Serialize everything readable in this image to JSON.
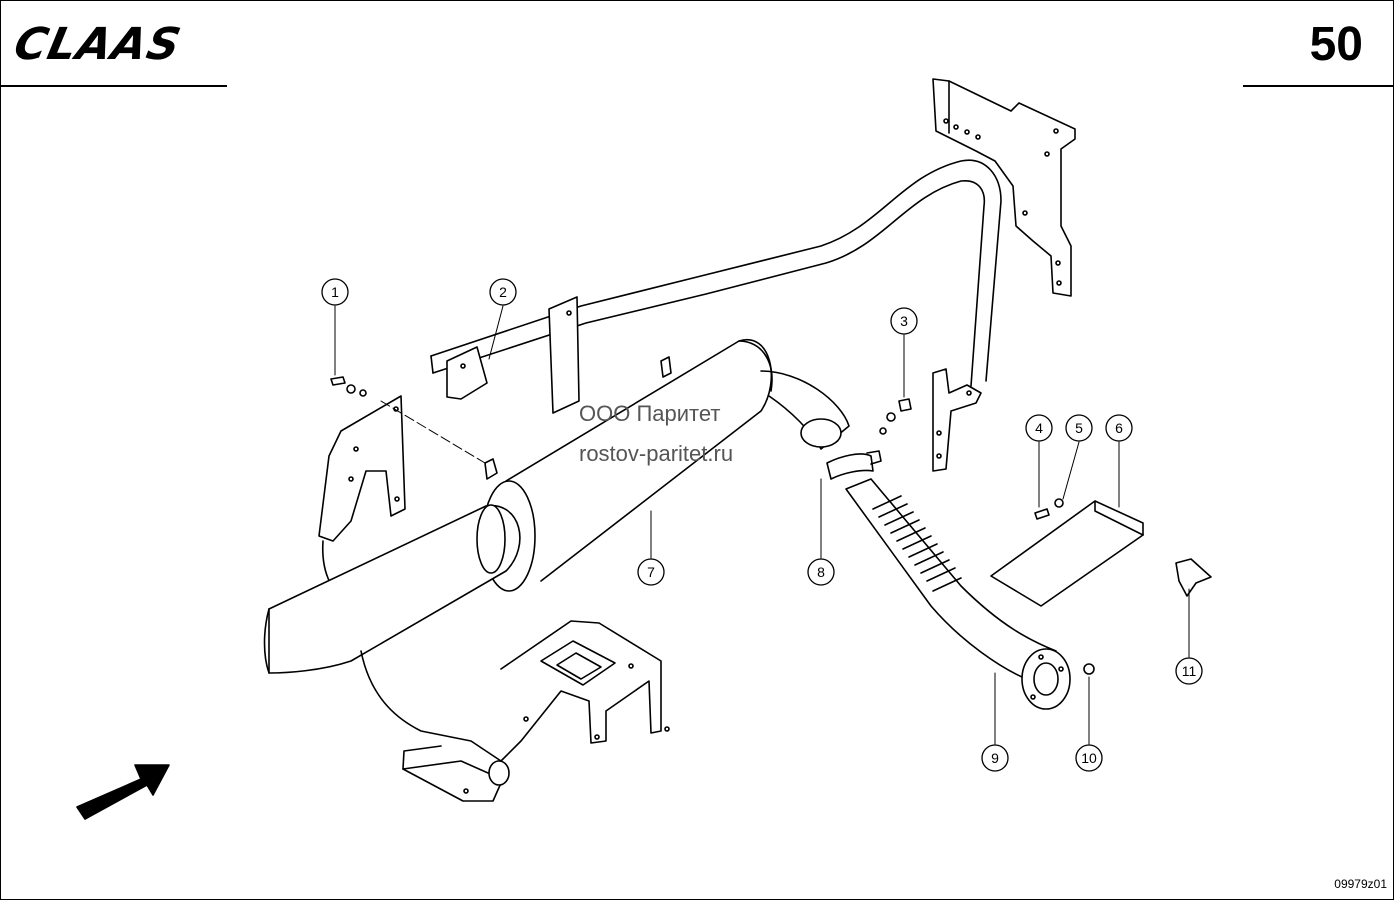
{
  "header": {
    "brand": "CLAAS",
    "page_number": "50"
  },
  "watermark": {
    "line1": "ООО Паритет",
    "line2": "rostov-paritet.ru"
  },
  "callouts": [
    "1",
    "2",
    "3",
    "4",
    "5",
    "6",
    "7",
    "8",
    "9",
    "10",
    "11"
  ],
  "drawing_id": "09979z01",
  "icons": {
    "direction": "direction-arrow-icon"
  }
}
